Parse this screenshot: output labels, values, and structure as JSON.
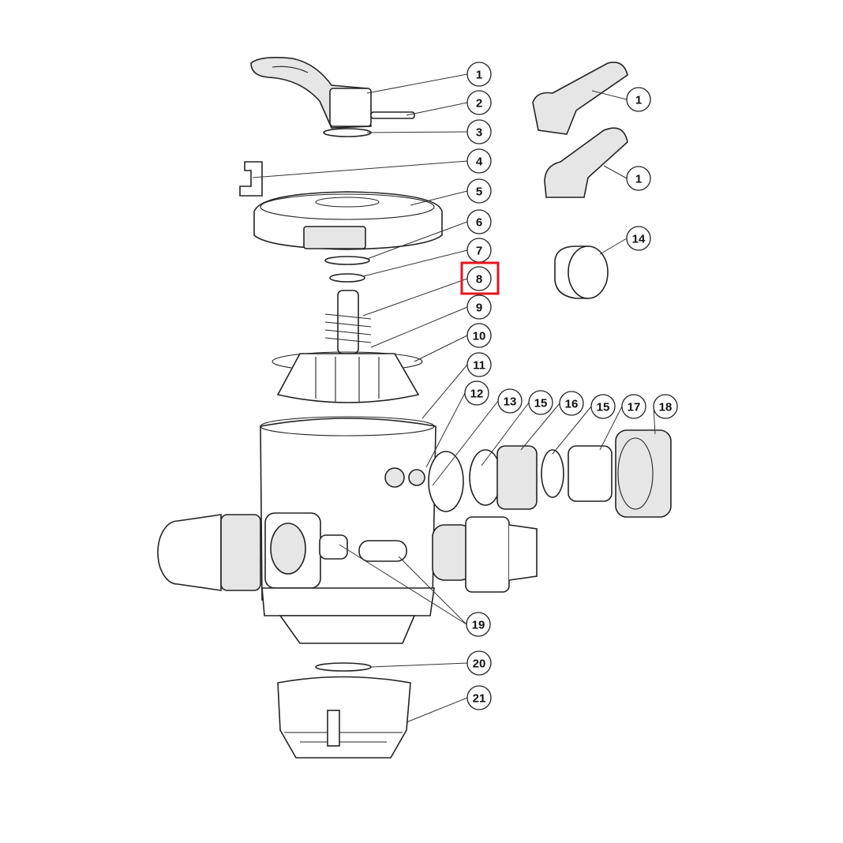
{
  "diagram": {
    "title": "Multiport valve exploded parts diagram",
    "callouts": [
      "1",
      "2",
      "3",
      "4",
      "5",
      "6",
      "7",
      "8",
      "9",
      "10",
      "11",
      "12",
      "13",
      "15",
      "16",
      "15",
      "17",
      "18",
      "1",
      "1",
      "14",
      "19",
      "20",
      "21"
    ],
    "highlighted_callout": "8",
    "highlight_color": "#e8141c"
  }
}
